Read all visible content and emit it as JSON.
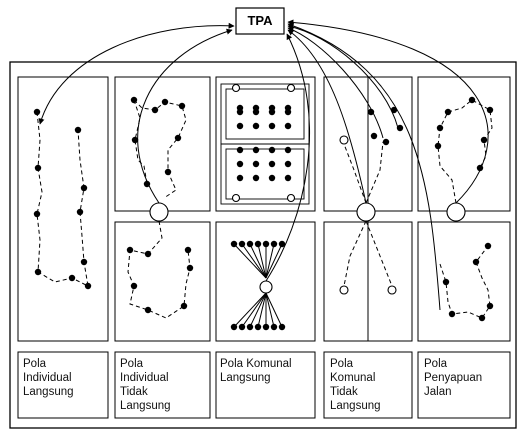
{
  "tpa_label": "TPA",
  "captions": [
    "Pola\nIndividual\nLangsung",
    "Pola\nIndividual\nTidak\nLangsung",
    "Pola Komunal\nLangsung",
    "Pola\nKomunal\nTidak\nLangsung",
    "Pola\nPenyapuan\nJalan"
  ],
  "colors": {
    "stroke": "#000000",
    "dot": "#000000",
    "background": "#ffffff"
  }
}
